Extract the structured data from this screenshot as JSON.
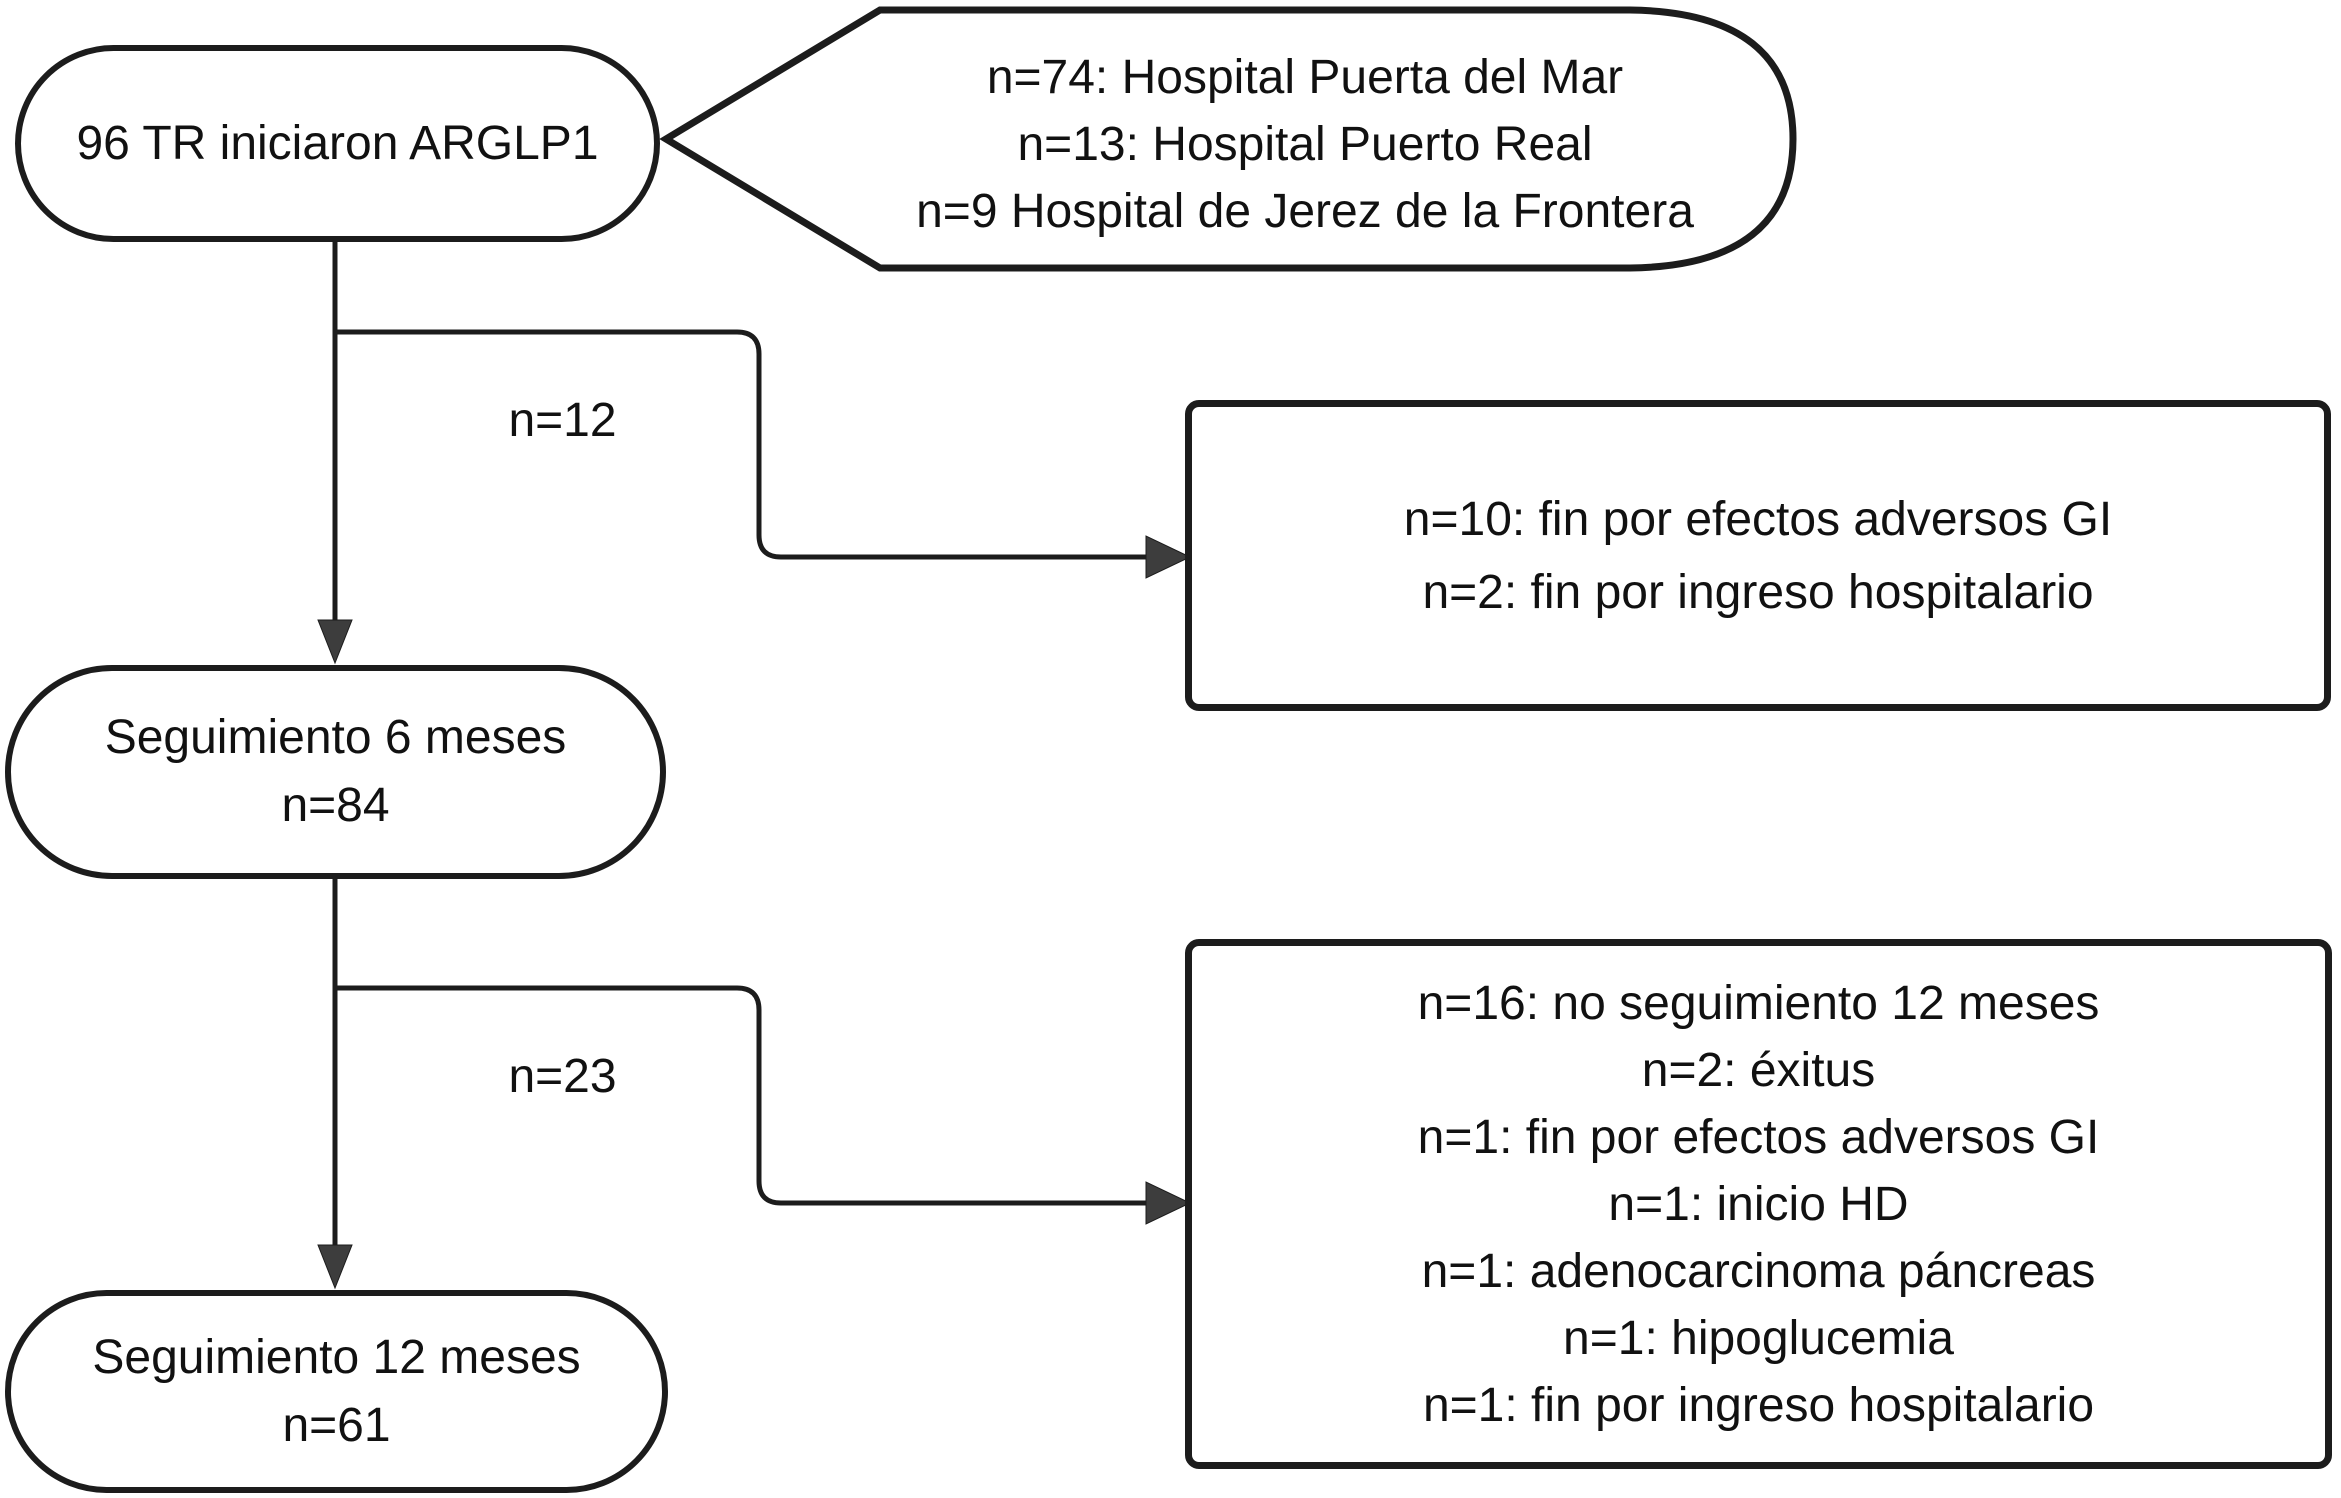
{
  "diagram": {
    "background_color": "#ffffff",
    "line_color": "#1c1c1c",
    "arrowhead_color": "#3d3d3d",
    "text_color": "#111111",
    "nodes": {
      "start": {
        "label": "96 TR iniciaron ARGLP1"
      },
      "hospitals_callout": {
        "lines": [
          "n=74: Hospital Puerta del Mar",
          "n=13: Hospital Puerto Real",
          "n=9 Hospital de Jerez de la Frontera"
        ]
      },
      "dropout_6m": {
        "lines": [
          "n=10: fin por efectos adversos GI",
          "n=2: fin por ingreso hospitalario"
        ]
      },
      "followup_6m": {
        "lines": [
          "Seguimiento 6 meses",
          "n=84"
        ]
      },
      "dropout_12m": {
        "lines": [
          "n=16: no seguimiento 12 meses",
          "n=2: éxitus",
          "n=1: fin por efectos adversos GI",
          "n=1: inicio HD",
          "n=1: adenocarcinoma páncreas",
          "n=1: hipoglucemia",
          "n=1: fin por ingreso hospitalario"
        ]
      },
      "followup_12m": {
        "lines": [
          "Seguimiento 12 meses",
          "n=61"
        ]
      }
    },
    "edge_labels": {
      "to_dropout_6m": "n=12",
      "to_dropout_12m": "n=23"
    }
  }
}
